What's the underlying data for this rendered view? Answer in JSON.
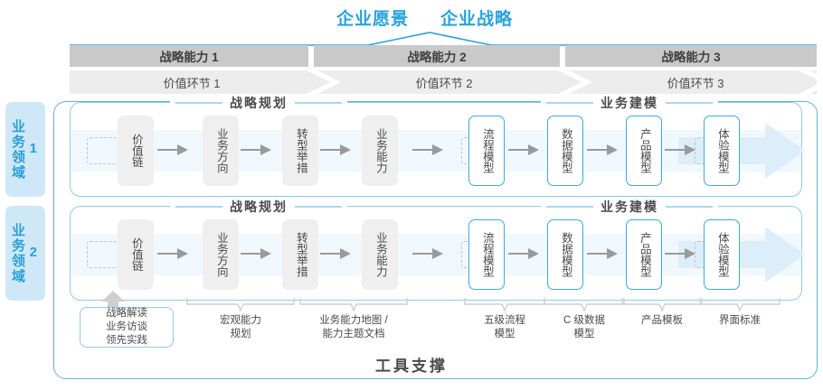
{
  "top": {
    "vision": "企业愿景",
    "strategy": "企业战略"
  },
  "capabilities": [
    {
      "label": "战略能力 1"
    },
    {
      "label": "战略能力 2"
    },
    {
      "label": "战略能力 3"
    }
  ],
  "value_links": [
    {
      "label": "价值环节 1"
    },
    {
      "label": "价值环节 2"
    },
    {
      "label": "价值环节 3"
    }
  ],
  "domains": [
    {
      "label": "业务领域",
      "index": "1"
    },
    {
      "label": "业务领域",
      "index": "2"
    }
  ],
  "sections": {
    "planning": "战略规划",
    "modeling": "业务建模"
  },
  "nodes": {
    "planning": [
      {
        "label": "价值链"
      },
      {
        "label": "业务方向"
      },
      {
        "label": "转型举措"
      },
      {
        "label": "业务能力"
      }
    ],
    "modeling": [
      {
        "label": "流程模型"
      },
      {
        "label": "数据模型"
      },
      {
        "label": "产品模型"
      },
      {
        "label": "体验模型"
      }
    ]
  },
  "tools": {
    "box": {
      "line1": "战略解读",
      "line2": "业务访谈",
      "line3": "领先实践"
    },
    "labels": [
      {
        "line1": "宏观能力",
        "line2": "规划"
      },
      {
        "line1": "业务能力地图 /",
        "line2": "能力主题文档"
      },
      {
        "line1": "五级流程",
        "line2": "模型"
      },
      {
        "line1": "C 级数据",
        "line2": "模型"
      },
      {
        "line1": "产品模板",
        "line2": ""
      },
      {
        "line1": "界面标准",
        "line2": ""
      }
    ],
    "title": "工具支撑"
  },
  "colors": {
    "accent_blue": "#29a3dc",
    "soft_blue": "#8fcbe6",
    "pale_blue": "#dceefa",
    "band_blue": "#f0f8fd",
    "gray_header": "#c9c9c9",
    "gray_node": "#efefef",
    "text_dark": "#4a4a4a"
  }
}
